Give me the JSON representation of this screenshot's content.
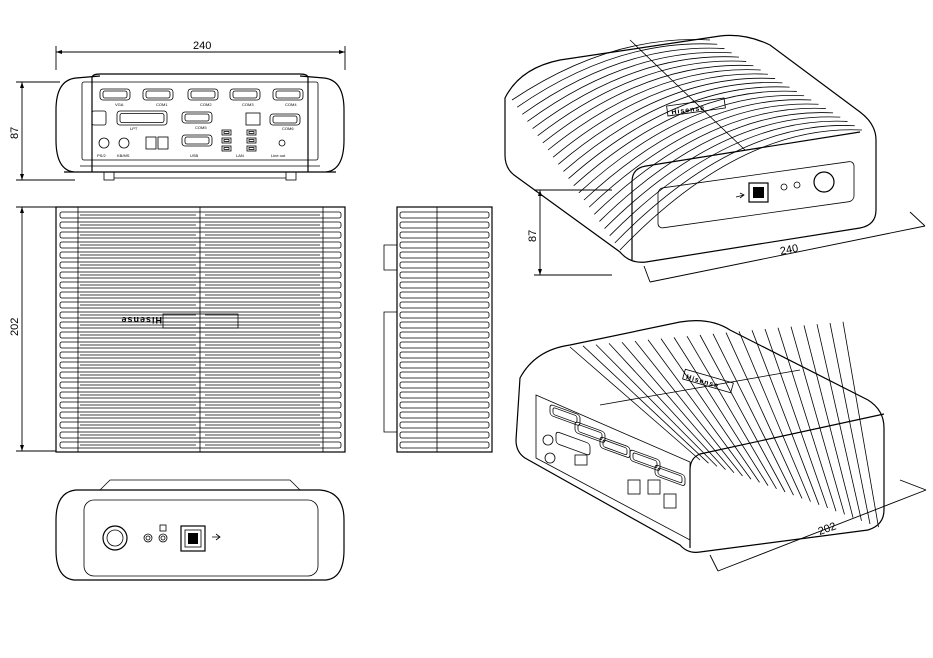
{
  "dimensions": {
    "width": "240",
    "height": "87",
    "depth": "202"
  },
  "brand": "Hisense",
  "rear_port_labels": [
    "VGA",
    "COM1",
    "COM2",
    "COM3",
    "COM4",
    "COM5",
    "LPT",
    "COM6",
    "PS/2",
    "KB/MS",
    "USB",
    "LAN",
    "Line out"
  ],
  "colors": {
    "line": "#000000",
    "background": "#ffffff"
  }
}
